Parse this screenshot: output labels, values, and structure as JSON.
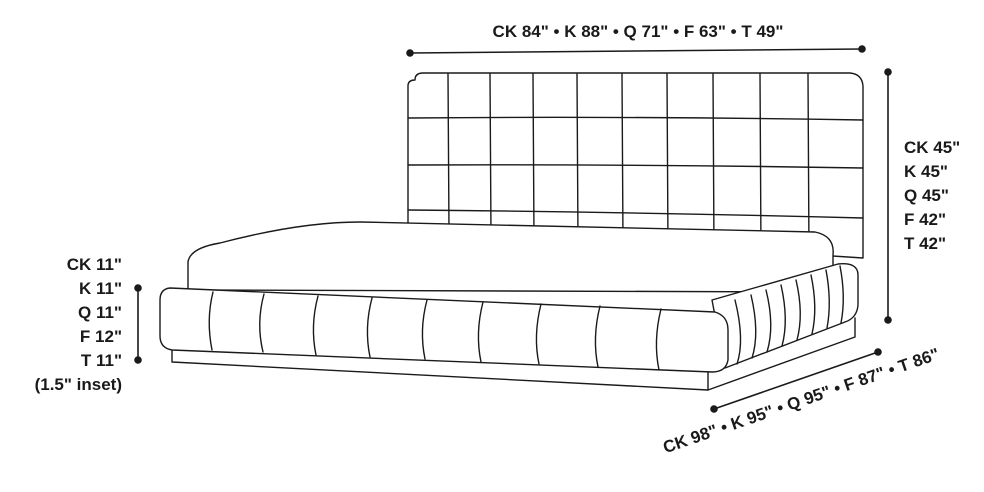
{
  "width_label": "CK 84\" • K 88\" • Q 71\" • F 63\" • T 49\"",
  "headboard_height_labels": [
    "CK 45\"",
    "K 45\"",
    "Q 45\"",
    "F 42\"",
    "T 42\""
  ],
  "rail_height_labels": [
    "CK 11\"",
    "K 11\"",
    "Q 11\"",
    "F 12\"",
    "T 11\"",
    "(1.5\" inset)"
  ],
  "length_label": "CK 98\" • K 95\" • Q 95\" • F 87\" • T 86\"",
  "colors": {
    "line": "#1a1a1a",
    "fill": "#ffffff"
  }
}
